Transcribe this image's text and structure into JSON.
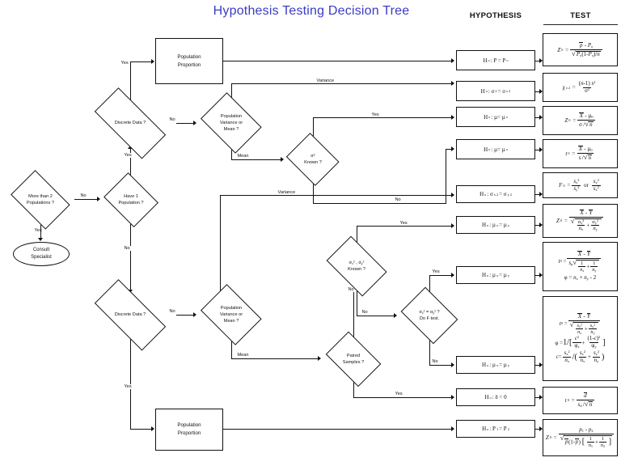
{
  "header": {
    "title": "Hypothesis Testing Decision Tree",
    "hypothesis_col": "HYPOTHESIS",
    "test_col": "TEST"
  },
  "nodes": {
    "more_than_2": "More than 2\nPopulations ?",
    "consult": "Consult\nSpecialist",
    "have_1": "Have 1\nPopulation ?",
    "discrete_top": "Discrete Data ?",
    "popvar_top": "Population\nVariance or\nMean ?",
    "sigma_known": "σ²\nKnown ?",
    "prop_top": "Population\nProportion",
    "discrete_bot": "Discrete Data ?",
    "popvar_bot": "Population\nVariance or\nMean ?",
    "sigmas_known": "σx² , σy²\nKnown ?",
    "f_test": "σx² = σy² ?\nDo F test.",
    "paired": "Paired\nSamples ?",
    "prop_bot": "Population\nProportion"
  },
  "edge_labels": {
    "yes": "Yes",
    "no": "No",
    "mean": "Mean",
    "variance": "Variance"
  },
  "hypotheses": [
    {
      "id": "h1",
      "text": "H0: P = P0"
    },
    {
      "id": "h2",
      "text": "H0: σ² = σ0²"
    },
    {
      "id": "h3",
      "text": "H0: μ = μ0"
    },
    {
      "id": "h4",
      "text": "H0: μ = μ0"
    },
    {
      "id": "h5",
      "text": "H0: σx² = σy²"
    },
    {
      "id": "h6",
      "text": "H0: μx = μy"
    },
    {
      "id": "h7",
      "text": "H0: μx = μy"
    },
    {
      "id": "h8",
      "text": "H0: μx = μy"
    },
    {
      "id": "h9",
      "text": "H0: δ = 0"
    },
    {
      "id": "h10",
      "text": "H0: P1 = P2"
    }
  ],
  "tests": [
    {
      "id": "t1",
      "text": "Z0 = (p - P0) / sqrt( P0(1-P0)/n )"
    },
    {
      "id": "t2",
      "text": "χ0² = (n-1)s² / σ²"
    },
    {
      "id": "t3",
      "text": "Z0 = (X̄ - μ0) / ( σ / sqrt(n) )"
    },
    {
      "id": "t4",
      "text": "t0 = (X̄ - μ0) / ( s / sqrt(n) )"
    },
    {
      "id": "t5",
      "text": "F0 = sx²/sy²  or  sy²/sx²"
    },
    {
      "id": "t6",
      "text": "Z0 = (X̄ - Ȳ) / sqrt( σx²/nx + σy²/ny )"
    },
    {
      "id": "t7",
      "text": "t0 = (X̄ - Ȳ) / ( sp sqrt(1/nx + 1/ny) ) ;  φ = nx + ny - 2"
    },
    {
      "id": "t8",
      "text": "t0 = (X̄ - Ȳ) / sqrt( sx²/nx + sy²/ny ) ;  φ = 1 / [ c²/φx + (1-c)²/φy ] ;  c = (sx²/nx) / ( sx²/nx + sy²/ny )"
    },
    {
      "id": "t9",
      "text": "t0 = d̄ / ( sd / sqrt(n) )"
    },
    {
      "id": "t10",
      "text": "Z0 = (p1 - p2) / sqrt( p(1-p)[ 1/n1 + 1/n2 ] )"
    }
  ],
  "colors": {
    "title": "#3b3bc4",
    "line": "#111111",
    "background": "#ffffff"
  }
}
